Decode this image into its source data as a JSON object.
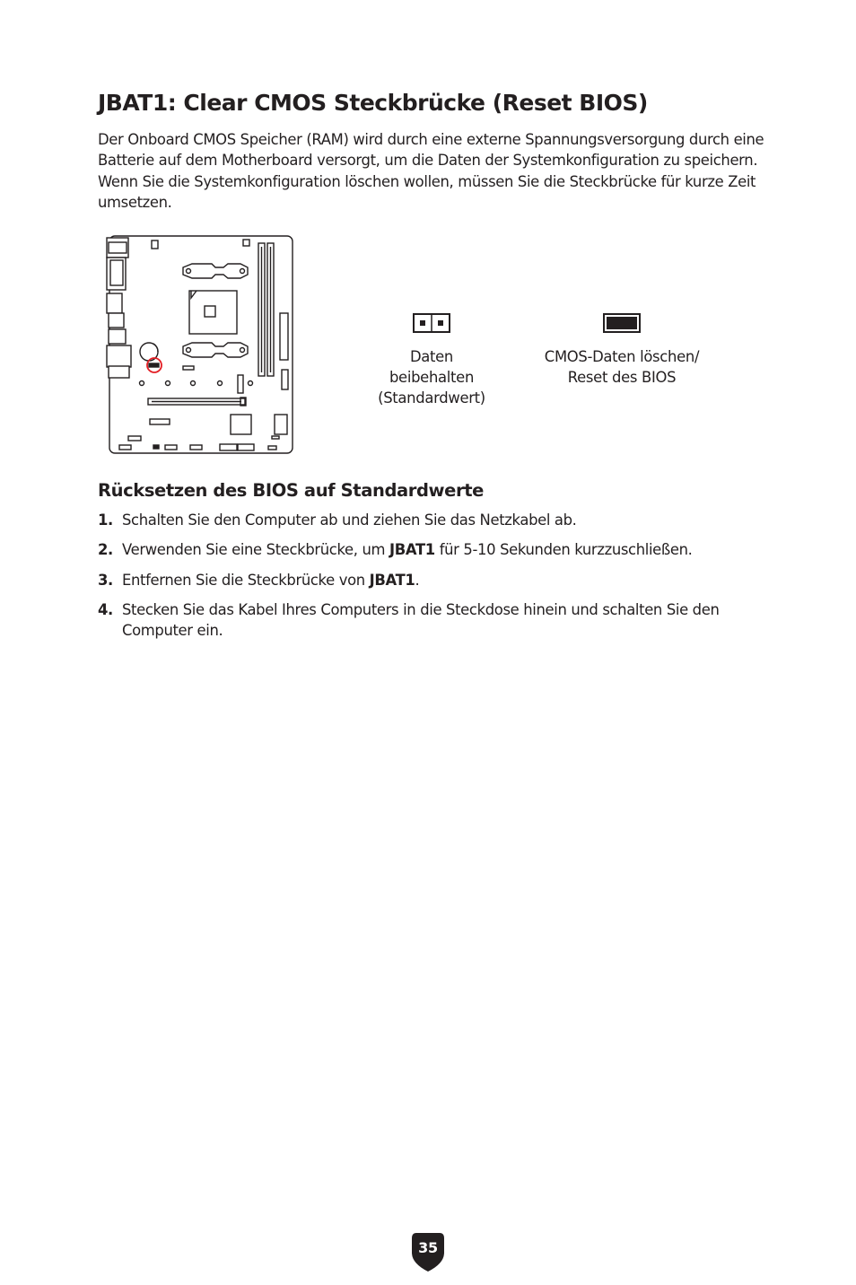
{
  "title": "JBAT1: Clear CMOS Steckbrücke (Reset BIOS)",
  "intro": "Der Onboard CMOS Speicher (RAM) wird durch eine externe Spannungsversorgung durch eine Batterie auf dem Motherboard versorgt, um die Daten der Systemkonfiguration zu speichern. Wenn Sie die Systemkonfiguration löschen wollen, müssen Sie die Steckbrücke für kurze Zeit umsetzen.",
  "diagram": {
    "highlight_color": "#e31e24",
    "jumper_keep": {
      "icon": "open-jumper-icon",
      "label": "Daten beibehalten (Standardwert)"
    },
    "jumper_clear": {
      "icon": "closed-jumper-icon",
      "label": "CMOS-Daten löschen/ Reset des BIOS"
    }
  },
  "section": {
    "title": "Rücksetzen des BIOS auf Standardwerte"
  },
  "steps": [
    {
      "num": "1.",
      "text": "Schalten Sie den Computer ab und ziehen Sie das Netzkabel ab."
    },
    {
      "num": "2.",
      "pre": "Verwenden Sie eine Steckbrücke, um ",
      "bold": "JBAT1",
      "post": " für 5-10 Sekunden kurzzuschließen."
    },
    {
      "num": "3.",
      "pre": "Entfernen Sie die Steckbrücke von ",
      "bold": "JBAT1",
      "post": "."
    },
    {
      "num": "4.",
      "text": "Stecken Sie das Kabel Ihres Computers in die Steckdose hinein und schalten Sie den Computer ein."
    }
  ],
  "page_number": "35"
}
